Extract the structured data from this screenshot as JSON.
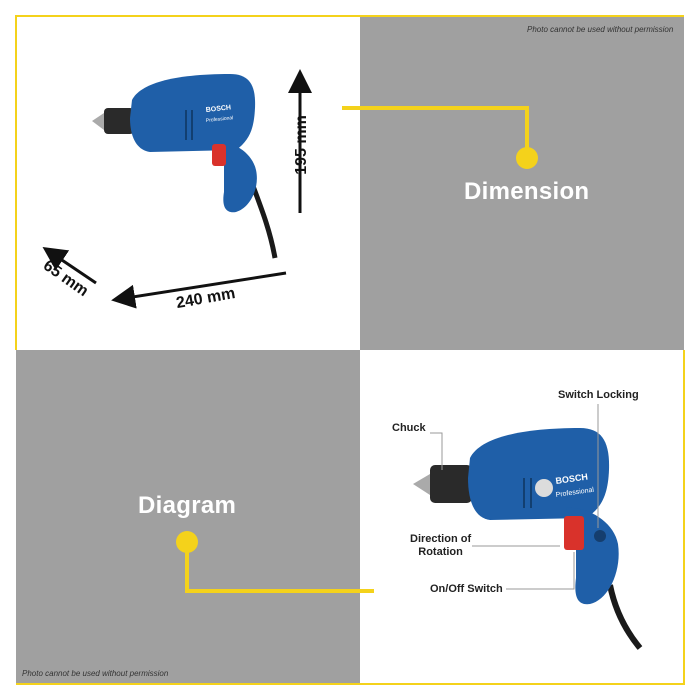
{
  "notices": {
    "top": "Photo cannot be used without permission",
    "bottom": "Photo cannot be used without permission"
  },
  "sections": {
    "dimension": "Dimension",
    "diagram": "Diagram"
  },
  "dimensions": {
    "height": "195 mm",
    "length": "240 mm",
    "width": "65 mm"
  },
  "drill_text": {
    "brand": "BOSCH",
    "line": "Professional"
  },
  "parts": {
    "chuck": "Chuck",
    "switch_locking": "Switch Locking",
    "direction_line1": "Direction of",
    "direction_line2": "Rotation",
    "on_off": "On/Off Switch"
  },
  "colors": {
    "accent": "#f4d21b",
    "panel_gray": "#a0a0a0",
    "drill_blue": "#1f5fa8",
    "trigger_red": "#d9322b"
  }
}
